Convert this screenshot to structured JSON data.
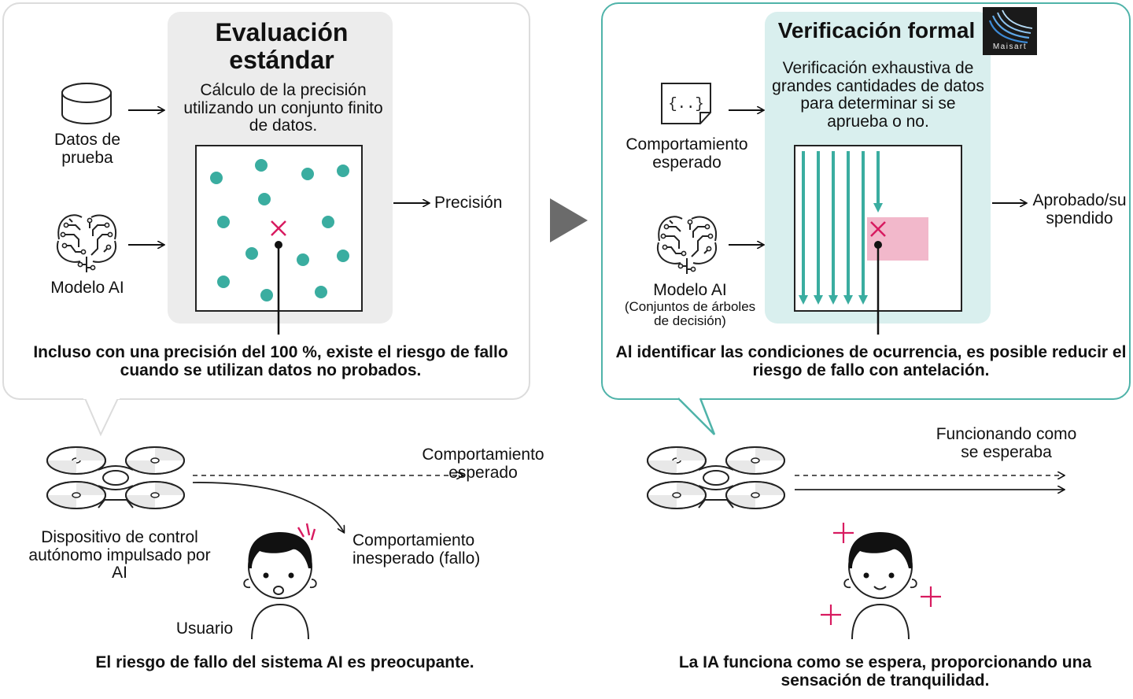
{
  "left_panel": {
    "title": "Evaluación estándar",
    "description": "Cálculo de la precisión utilizando un conjunto finito de datos.",
    "input_data_label": "Datos de prueba",
    "model_label": "Modelo AI",
    "output_label": "Precisión",
    "caption": "Incluso con una precisión del 100 %, existe el riesgo de fallo cuando se utilizan datos no probados."
  },
  "right_panel": {
    "title": "Verificación formal",
    "logo_text": "Maisart",
    "description": "Verificación exhaustiva de grandes cantidades de datos para determinar si se aprueba o no.",
    "input_behavior_label": "Comportamiento esperado",
    "model_label": "Modelo AI",
    "model_sublabel": "(Conjuntos de árboles de decisión)",
    "output_label": "Aprobado/suspendido",
    "caption": "Al identificar las condiciones de ocurrencia, es posible reducir el riesgo de fallo con antelación."
  },
  "bottom_left": {
    "device_label": "Dispositivo de control autónomo impulsado por AI",
    "expected_label": "Comportamiento esperado",
    "unexpected_label": "Comportamiento inesperado (fallo)",
    "user_label": "Usuario",
    "conclusion": "El riesgo de fallo del sistema AI es preocupante."
  },
  "bottom_right": {
    "working_label": "Funcionando como se esperaba",
    "conclusion": "La IA funciona como se espera, proporcionando una sensación de tranquilidad."
  },
  "colors": {
    "teal": "#3aada0",
    "panel_border_teal": "#4fb3a9",
    "teal_box": "#d9efee",
    "grey_box": "#ececec",
    "magenta": "#d81b60",
    "pink_region": "#f2b8cb"
  }
}
